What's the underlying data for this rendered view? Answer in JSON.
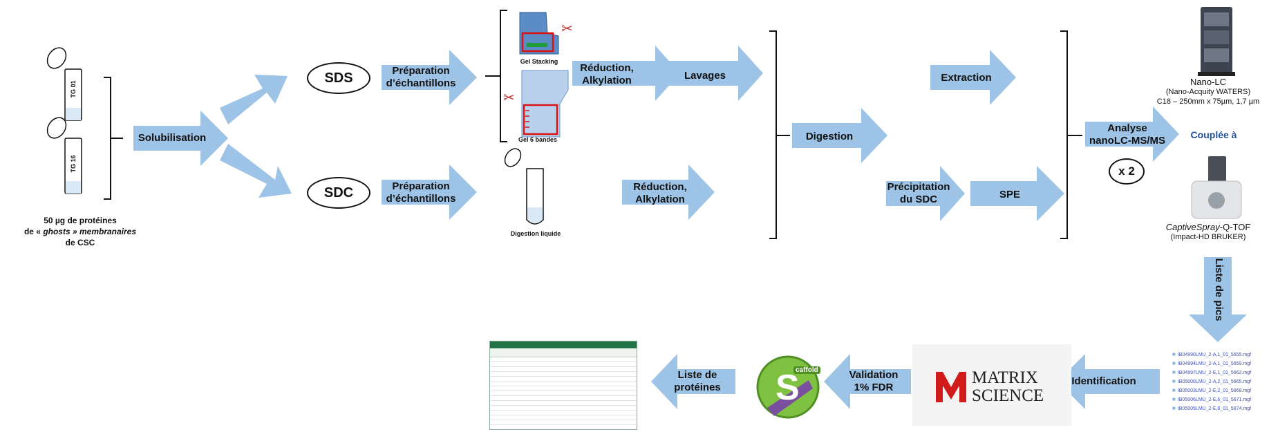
{
  "sample": {
    "tube1": "TG 01",
    "tube2": "TG 16",
    "caption_l1": "50 µg de protéines",
    "caption_l2_pre": "de « ",
    "caption_l2_em": "ghosts » membranaires",
    "caption_l3": "de CSC"
  },
  "steps": {
    "solubilisation": "Solubilisation",
    "sds": "SDS",
    "sdc": "SDC",
    "prep_l1": "Préparation",
    "prep_l2": "d’échantillons",
    "reduction_l1": "Réduction,",
    "reduction_l2": "Alkylation",
    "lavages": "Lavages",
    "digestion": "Digestion",
    "extraction": "Extraction",
    "precip_l1": "Précipitation",
    "precip_l2": "du SDC",
    "spe": "SPE",
    "analyse_l1": "Analyse",
    "analyse_l2": "nanoLC-MS/MS",
    "x2": "x 2",
    "liste_pics": "Liste de pics",
    "identification": "Identification",
    "validation_l1": "Validation",
    "validation_l2": "1% FDR",
    "liste_prot_l1": "Liste de",
    "liste_prot_l2": "protéines"
  },
  "gels": {
    "gel_stacking": "Gel Stacking",
    "gel_6": "Gel 6 bandes",
    "digestion_liquide": "Digestion liquide"
  },
  "instruments": {
    "nano_lc": "Nano-LC",
    "nano_lc_detail": "(Nano-Acquity WATERS)",
    "nano_lc_column": "C18 – 250mm x 75µm, 1,7 µm",
    "couplee": "Couplée à",
    "captive_em": "CaptiveSpray",
    "captive_rest": "-Q-TOF",
    "captive_detail": "(Impact-HD BRUKER)"
  },
  "software": {
    "matrix_l1": "MATRIX",
    "matrix_l2": "SCIENCE",
    "scaffold": "caffold"
  },
  "files": [
    "IB04990LMU_2-A,1_01_5655.mgf",
    "IB04994LMU_2-A,1_01_5659.mgf",
    "IB04997LMU_2-E,1_01_5662.mgf",
    "IB05000LMU_2-A,2_01_5665.mgf",
    "IB05003LMU_2-E,2_01_5668.mgf",
    "IB05006LMU_2-E,6_01_5671.mgf",
    "IB05009LMU_2-E,8_01_5674.mgf"
  ],
  "colors": {
    "arrow": "#9dc3e6",
    "ink": "#111111",
    "accent": "#1f4e9a"
  }
}
